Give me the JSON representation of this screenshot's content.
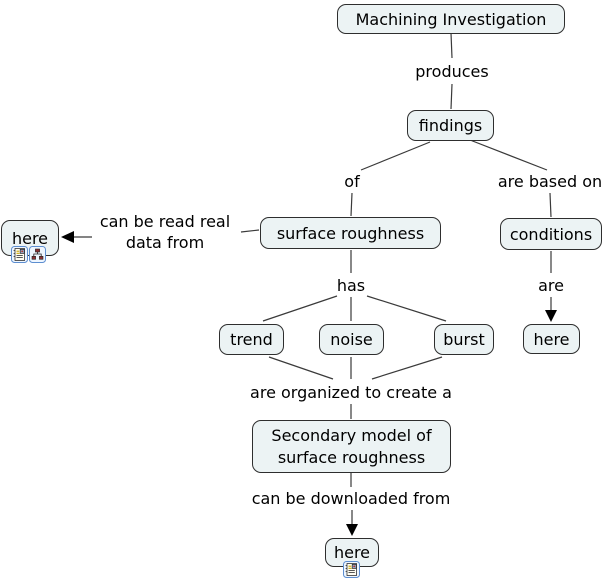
{
  "nodes": {
    "machining": {
      "label": "Machining Investigation"
    },
    "findings": {
      "label": "findings"
    },
    "surface_roughness": {
      "label": "surface roughness"
    },
    "conditions": {
      "label": "conditions"
    },
    "here_left": {
      "label": "here"
    },
    "trend": {
      "label": "trend"
    },
    "noise": {
      "label": "noise"
    },
    "burst": {
      "label": "burst"
    },
    "here_right": {
      "label": "here"
    },
    "secondary_model": {
      "label_line1": "Secondary model of",
      "label_line2": "surface roughness"
    },
    "here_bottom": {
      "label": "here"
    }
  },
  "linking_phrases": {
    "produces": {
      "label": "produces"
    },
    "of": {
      "label": "of"
    },
    "are_based_on": {
      "label": "are based on"
    },
    "can_be_read": {
      "label_line1": "can be read real",
      "label_line2": "data from"
    },
    "has": {
      "label": "has"
    },
    "are": {
      "label": "are"
    },
    "are_organized": {
      "label": "are organized to create a"
    },
    "can_be_downloaded": {
      "label": "can be downloaded from"
    }
  },
  "resource_icons": {
    "here_left": [
      "document-image-icon",
      "concept-map-icon"
    ],
    "here_bottom": [
      "document-image-icon"
    ]
  },
  "colors": {
    "node_fill": "#ecf3f4",
    "node_border": "#2e2e2e",
    "connector": "#3a3a3a",
    "arrow": "#000000",
    "icon_border": "#5d8ed0",
    "background": "#ffffff"
  }
}
